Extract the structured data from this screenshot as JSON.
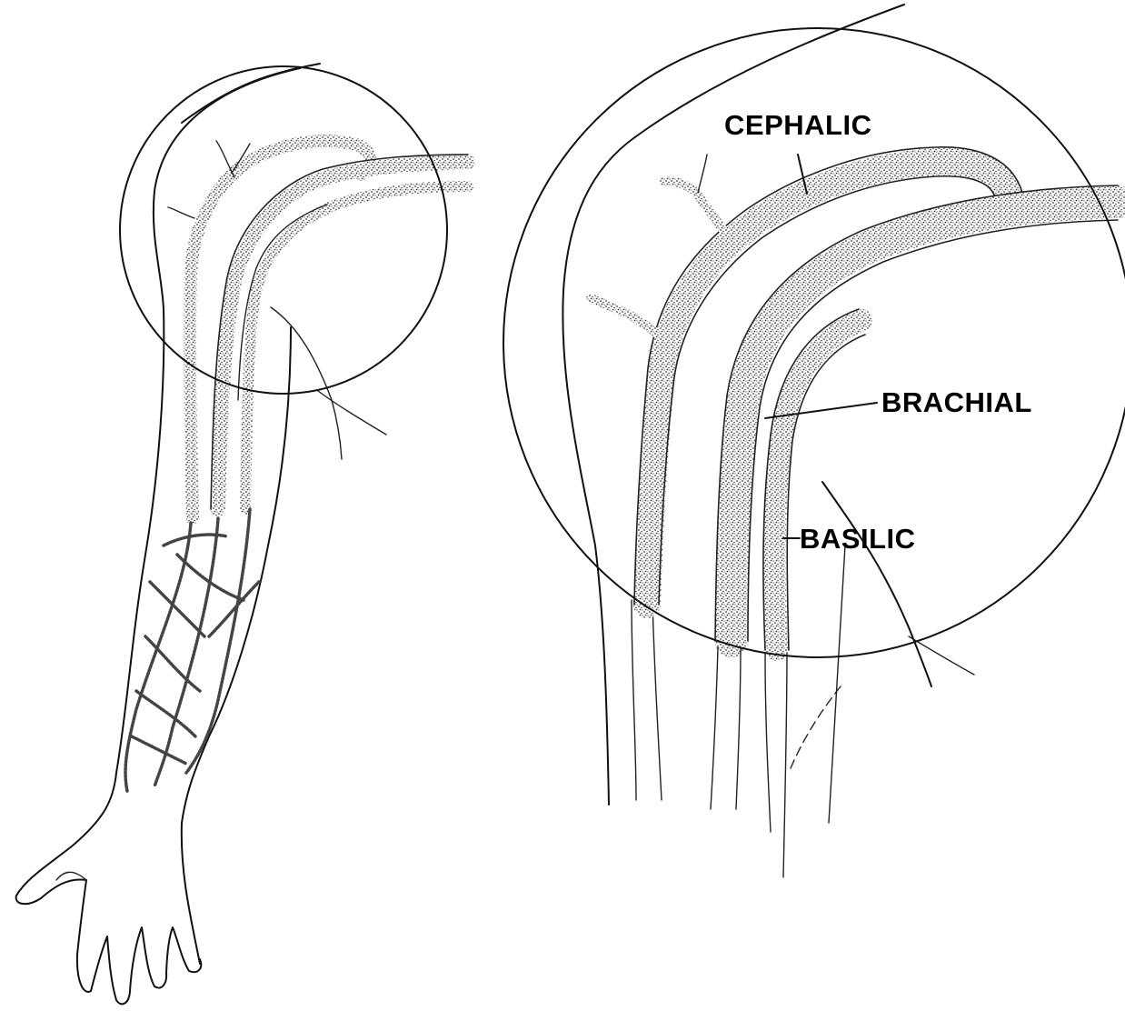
{
  "labels": {
    "cephalic": "CEPHALIC",
    "brachial": "BRACHIAL",
    "basilic": "BASILIC"
  },
  "colors": {
    "ink": "#111111",
    "stipple": "#3a3a3a",
    "background": "#ffffff"
  }
}
